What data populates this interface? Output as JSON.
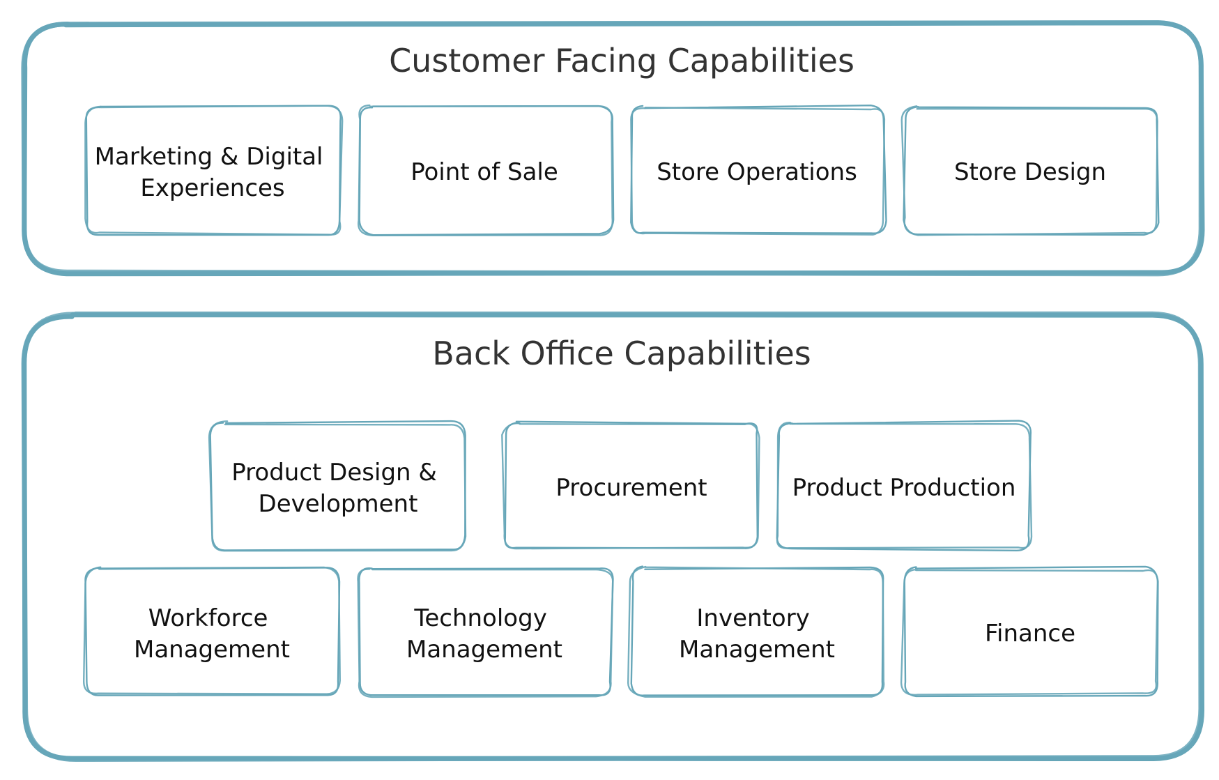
{
  "colors": {
    "group_stroke": "#66a6b8",
    "box_stroke": "#66a6b8",
    "title_text": "#333333",
    "label_text": "#111111",
    "background": "#ffffff"
  },
  "groups": [
    {
      "id": "customer-facing",
      "title": "Customer Facing Capabilities",
      "rows": [
        [
          {
            "id": "marketing-digital",
            "lines": [
              "Marketing & Digital",
              "Experiences"
            ]
          },
          {
            "id": "point-of-sale",
            "lines": [
              "Point of Sale"
            ]
          },
          {
            "id": "store-operations",
            "lines": [
              "Store Operations"
            ]
          },
          {
            "id": "store-design",
            "lines": [
              "Store Design"
            ]
          }
        ]
      ]
    },
    {
      "id": "back-office",
      "title": "Back Office Capabilities",
      "rows": [
        [
          {
            "id": "product-design-development",
            "lines": [
              "Product Design &",
              "Development"
            ]
          },
          {
            "id": "procurement",
            "lines": [
              "Procurement"
            ]
          },
          {
            "id": "product-production",
            "lines": [
              "Product Production"
            ]
          }
        ],
        [
          {
            "id": "workforce-management",
            "lines": [
              "Workforce",
              "Management"
            ]
          },
          {
            "id": "technology-management",
            "lines": [
              "Technology",
              "Management"
            ]
          },
          {
            "id": "inventory-management",
            "lines": [
              "Inventory",
              "Management"
            ]
          },
          {
            "id": "finance",
            "lines": [
              "Finance"
            ]
          }
        ]
      ]
    }
  ]
}
